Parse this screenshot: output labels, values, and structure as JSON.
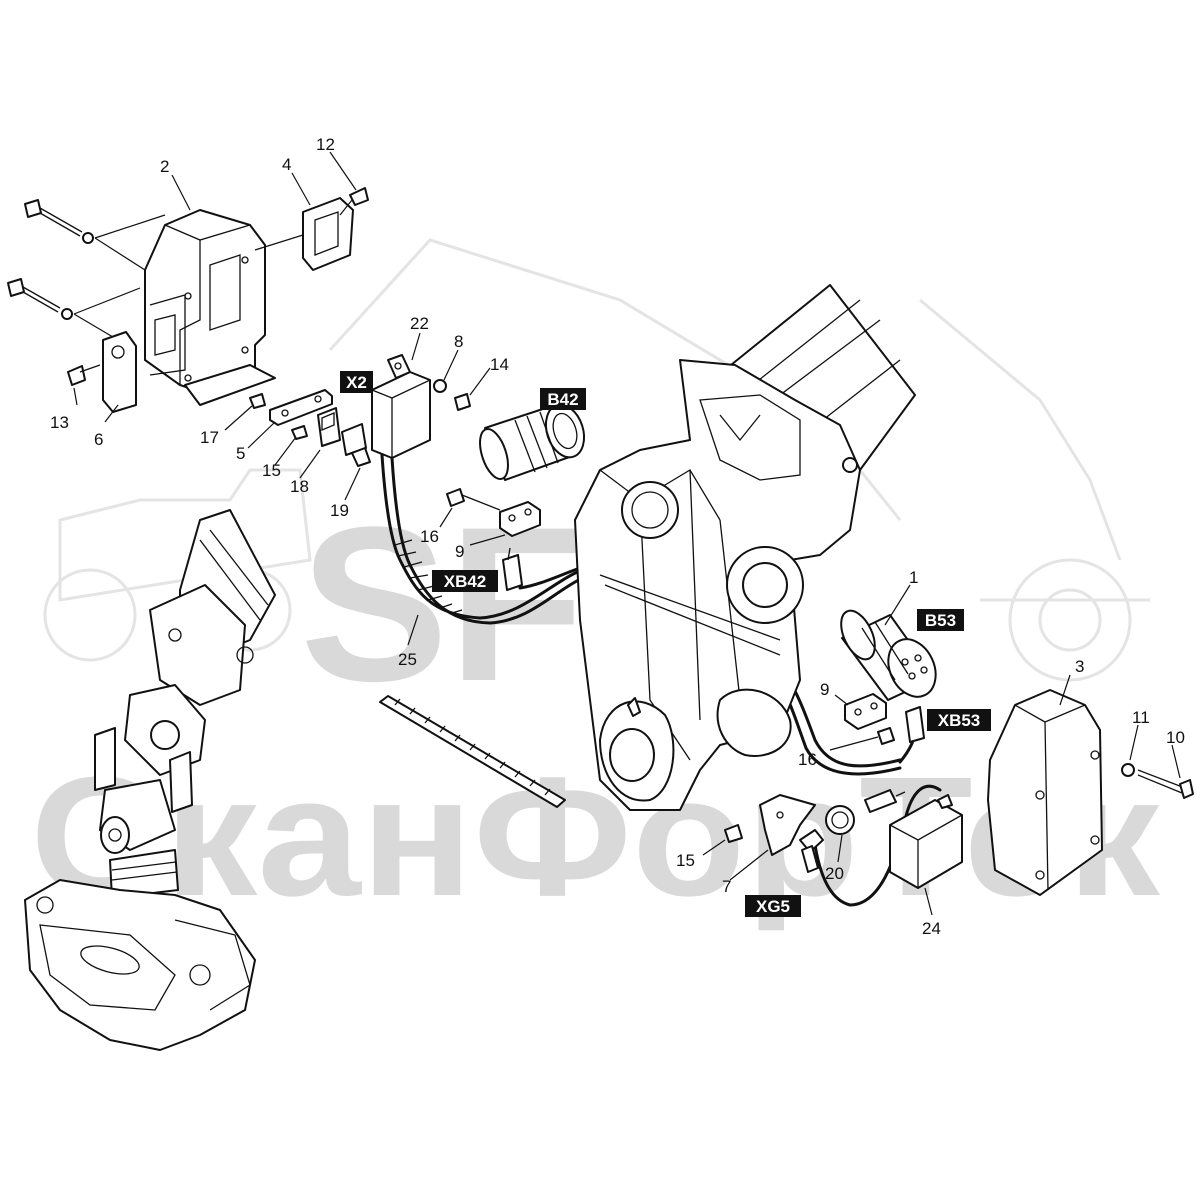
{
  "watermark": {
    "logo_text": "SFT",
    "company_text": "СканФорТек"
  },
  "part_numbers": [
    {
      "id": "p2",
      "text": "2"
    },
    {
      "id": "p4",
      "text": "4"
    },
    {
      "id": "p12",
      "text": "12"
    },
    {
      "id": "p13",
      "text": "13"
    },
    {
      "id": "p6",
      "text": "6"
    },
    {
      "id": "p22",
      "text": "22"
    },
    {
      "id": "p8",
      "text": "8"
    },
    {
      "id": "p14",
      "text": "14"
    },
    {
      "id": "p17",
      "text": "17"
    },
    {
      "id": "p5",
      "text": "5"
    },
    {
      "id": "p15a",
      "text": "15"
    },
    {
      "id": "p18",
      "text": "18"
    },
    {
      "id": "p19",
      "text": "19"
    },
    {
      "id": "p16a",
      "text": "16"
    },
    {
      "id": "p9a",
      "text": "9"
    },
    {
      "id": "p25",
      "text": "25"
    },
    {
      "id": "p1",
      "text": "1"
    },
    {
      "id": "p3",
      "text": "3"
    },
    {
      "id": "p9b",
      "text": "9"
    },
    {
      "id": "p16b",
      "text": "16"
    },
    {
      "id": "p11",
      "text": "11"
    },
    {
      "id": "p10",
      "text": "10"
    },
    {
      "id": "p15b",
      "text": "15"
    },
    {
      "id": "p7",
      "text": "7"
    },
    {
      "id": "p20",
      "text": "20"
    },
    {
      "id": "p24",
      "text": "24"
    }
  ],
  "connector_tags": [
    {
      "id": "X2",
      "text": "X2"
    },
    {
      "id": "B42",
      "text": "B42"
    },
    {
      "id": "XB42",
      "text": "XB42"
    },
    {
      "id": "B53",
      "text": "B53"
    },
    {
      "id": "XB53",
      "text": "XB53"
    },
    {
      "id": "XG5",
      "text": "XG5"
    }
  ]
}
